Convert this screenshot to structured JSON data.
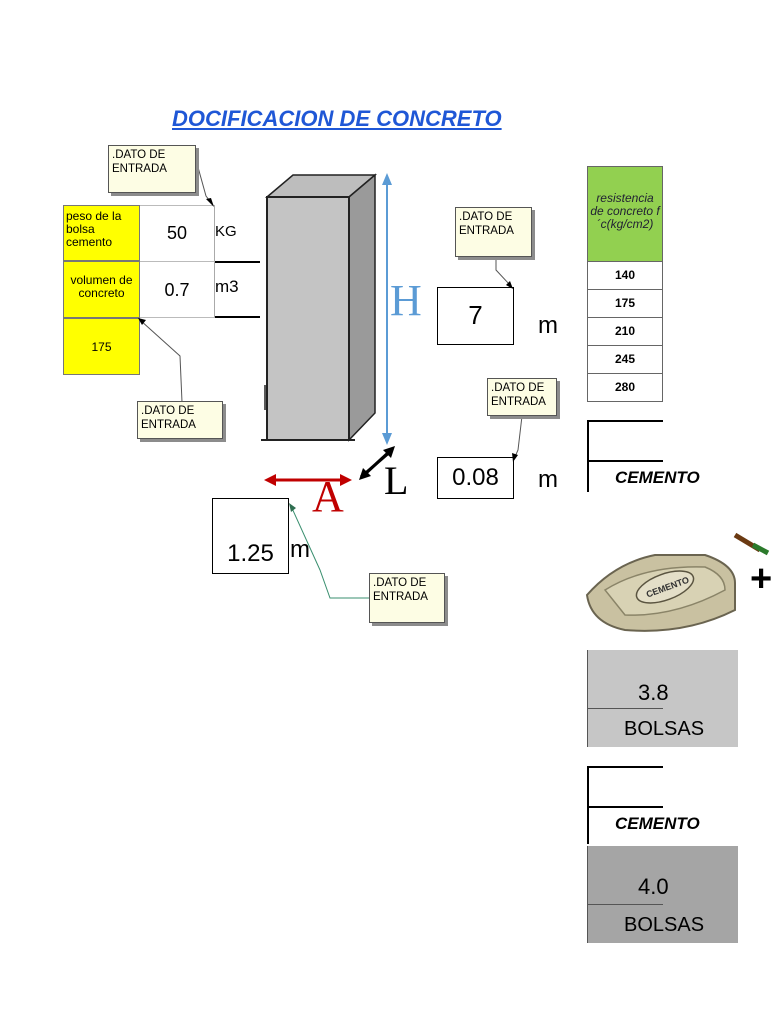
{
  "title": "DOCIFICACION DE CONCRETO",
  "note_label": ".DATO DE ENTRADA",
  "inputs": {
    "bag_weight": {
      "label": "peso de la bolsa cemento",
      "value": "50",
      "unit": "KG"
    },
    "concrete_volume": {
      "label": "volumen de concreto",
      "value": "0.7",
      "unit": "m3"
    },
    "selected_resistance": "175"
  },
  "dimensions": {
    "H": {
      "letter": "H",
      "value": "7",
      "unit": "m"
    },
    "L": {
      "letter": "L",
      "value": "0.08",
      "unit": "m"
    },
    "A": {
      "letter": "A",
      "value": "1.25",
      "unit": "m"
    }
  },
  "resistance_table": {
    "header": "resistencia de concreto f´c(kg/cm2)",
    "rows": [
      "140",
      "175",
      "210",
      "245",
      "280"
    ]
  },
  "results": [
    {
      "label": "CEMENTO",
      "value": "3.8",
      "unit": "BOLSAS"
    },
    {
      "label": "CEMENTO",
      "value": "4.0",
      "unit": "BOLSAS"
    }
  ],
  "colors": {
    "title": "#1f57d6",
    "input_cells": "#ffff00",
    "resistance_header": "#92d050",
    "result_light": "#c6c6c6",
    "result_dark": "#a5a5a5",
    "height_arrow": "#5b9bd5",
    "width_arrow": "#c00000"
  },
  "icons": [
    "cement-bag-icon",
    "plus-icon",
    "shovel-icon"
  ]
}
